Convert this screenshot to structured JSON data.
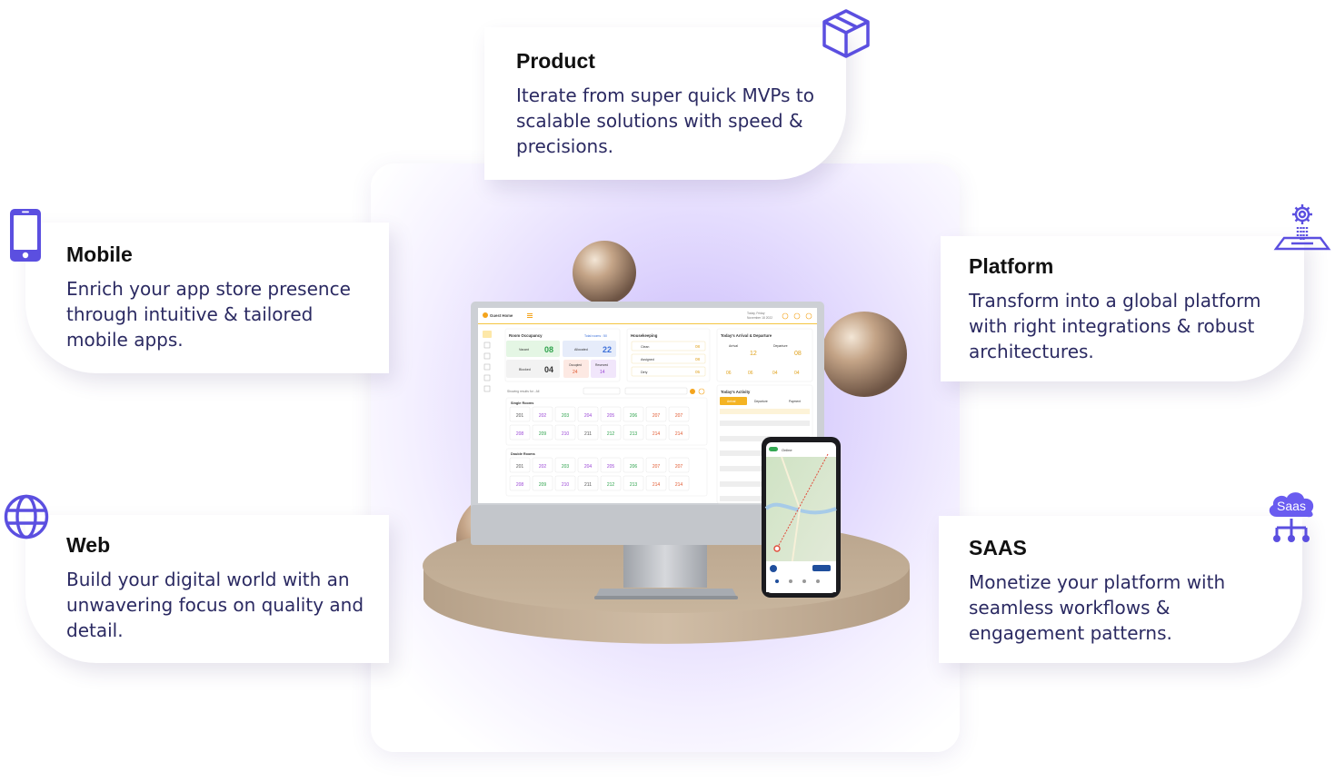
{
  "cards": {
    "product": {
      "title": "Product",
      "text": "Iterate from super quick MVPs to scalable solutions with speed & precisions."
    },
    "mobile": {
      "title": "Mobile",
      "text": "Enrich your app store presence through intuitive & tailored mobile apps."
    },
    "web": {
      "title": "Web",
      "text": "Build your digital world with an unwavering focus on quality and detail."
    },
    "platform": {
      "title": "Platform",
      "text": "Transform into a global platform with right integrations & robust architectures."
    },
    "saas": {
      "title": "SAAS",
      "text": "Monetize your platform with seamless workflows & engagement patterns."
    }
  },
  "icons": {
    "product": "cube-icon",
    "mobile": "smartphone-icon",
    "web": "globe-icon",
    "platform": "gear-platform-icon",
    "saas": "saas-cloud-icon",
    "saas_label": "Saas"
  },
  "colors": {
    "accent": "#5b4fe0",
    "panel": "#ddd3fd",
    "text": "#2b2a62"
  },
  "dashboard": {
    "room_occupancy": "Room Occupancy",
    "total_rooms": "Total rooms : 50",
    "vacant": "Vacant",
    "vacant_n": "08",
    "allocated": "Allocated",
    "allocated_n": "22",
    "blocked": "Blocked",
    "blocked_n": "04",
    "occupied": "Occupied",
    "occupied_n": "24",
    "reserved": "Reserved",
    "reserved_n": "14",
    "housekeeping": "Housekeeping",
    "clean": "Clean",
    "clean_n": "08",
    "assigned": "Assigned",
    "assigned_n": "08",
    "dirty": "Dirty",
    "dirty_n": "05",
    "arrival_departure": "Today's Arrival & Departure",
    "arrival": "Arrival",
    "arrival_n": "12",
    "departure": "Departure",
    "departure_n": "08",
    "todays_activity": "Today's Activity",
    "single_rooms": "Single Rooms",
    "double_rooms": "Double Rooms",
    "room_numbers": [
      "201",
      "202",
      "203",
      "204",
      "205",
      "206",
      "207",
      "207",
      "208",
      "209",
      "210",
      "211",
      "212",
      "213",
      "214",
      "214"
    ]
  },
  "phone": {
    "status": "Online"
  }
}
